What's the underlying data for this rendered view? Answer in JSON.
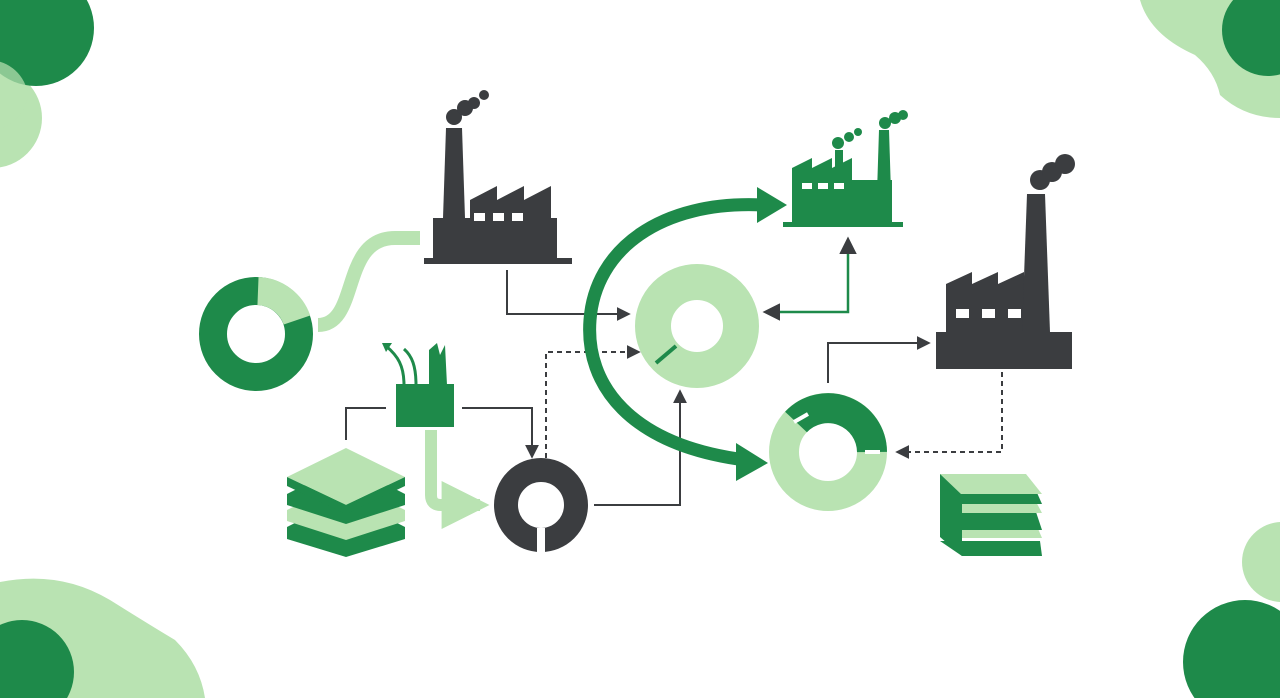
{
  "palette": {
    "dark_green": "#1e8a4a",
    "light_green": "#b9e3b2",
    "charcoal": "#3b3d40",
    "background": "#ffffff"
  },
  "nodes": [
    {
      "id": "factory-1",
      "icon": "factory-icon",
      "color": "charcoal"
    },
    {
      "id": "factory-2",
      "icon": "factory-icon",
      "color": "dark_green"
    },
    {
      "id": "factory-3",
      "icon": "factory-icon",
      "color": "charcoal"
    },
    {
      "id": "small-plant",
      "icon": "small-plant-icon",
      "color": "dark_green"
    },
    {
      "id": "ring-left",
      "icon": "donut-ring-icon",
      "color": "dark_green"
    },
    {
      "id": "ring-center",
      "icon": "donut-ring-icon",
      "color": "light_green"
    },
    {
      "id": "ring-bottom",
      "icon": "donut-ring-icon",
      "color": "charcoal"
    },
    {
      "id": "ring-right",
      "icon": "donut-ring-icon",
      "color": "dark_green"
    },
    {
      "id": "layers-left",
      "icon": "stacked-layers-icon",
      "color": "dark_green"
    },
    {
      "id": "layers-right",
      "icon": "stacked-layers-icon",
      "color": "dark_green"
    }
  ]
}
